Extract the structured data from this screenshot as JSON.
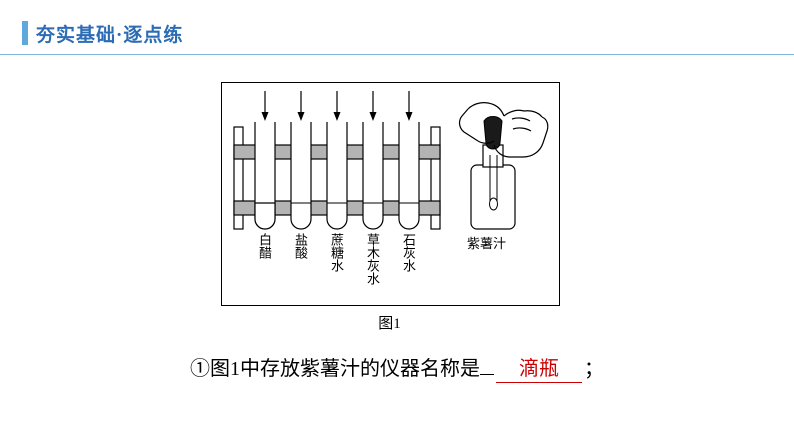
{
  "header": {
    "title": "夯实基础·逐点练",
    "accent_color": "#5fa8dd",
    "title_color": "#2b6cb5"
  },
  "figure": {
    "caption": "图1",
    "tube_labels": [
      "白醋",
      "盐酸",
      "蔗糖水",
      "草木灰水",
      "石灰水"
    ],
    "dropper_label": "紫薯汁"
  },
  "question": {
    "number": "①",
    "text_before": "图1中存放紫薯汁的仪器名称是",
    "answer": "滴瓶",
    "answer_color": "#cc0000",
    "text_after": "；"
  }
}
